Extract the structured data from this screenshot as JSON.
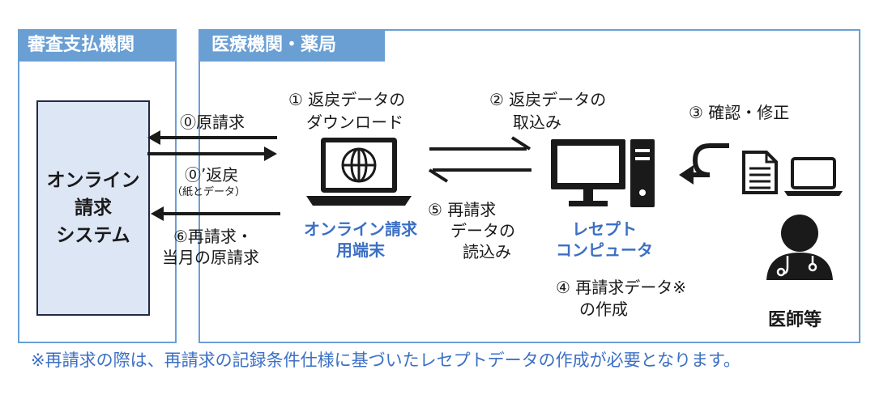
{
  "left_panel": {
    "title": "審査支払機関"
  },
  "right_panel": {
    "title": "医療機関・薬局"
  },
  "system_box": {
    "lines": [
      "オンライン",
      "請求",
      "システム"
    ]
  },
  "flows": {
    "original_claim": "⓪原請求",
    "return_line1": "⓪’返戻",
    "return_line2": "（紙とデータ）",
    "reclaim_line1": "⑥再請求・",
    "reclaim_line2": "当月の原請求"
  },
  "steps": {
    "step1_line1": "①  返戻データの",
    "step1_line2": "ダウンロード",
    "step2_line1": "②  返戻データの",
    "step2_line2": "取込み",
    "step3": "③  確認・修正",
    "step4_line1": "④  再請求データ※",
    "step4_line2": "の作成",
    "step5_line1": "⑤   再請求",
    "step5_line2": "データの",
    "step5_line3": "読込み"
  },
  "devices": {
    "terminal_line1": "オンライン請求",
    "terminal_line2": "用端末",
    "receipt_line1": "レセプト",
    "receipt_line2": "コンピュータ",
    "doctor": "医師等"
  },
  "footnote": "※再請求の際は、再請求の記録条件仕様に基づいたレセプトデータの作成が必要となります。",
  "icons": [
    "laptop-globe-icon",
    "desktop-computer-icon",
    "document-icon",
    "laptop-icon",
    "doctor-icon"
  ],
  "colors": {
    "accent": "#6a9fd4",
    "label_blue": "#3b6fc4",
    "system_fill": "#dde6f5"
  }
}
